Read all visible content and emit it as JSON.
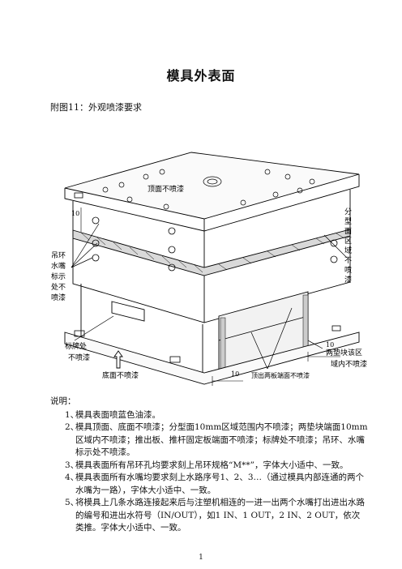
{
  "title": "模具外表面",
  "caption": "附图11：外观喷漆要求",
  "figure": {
    "labels": {
      "top_no_paint": "顶面不喷漆",
      "hook_nozzle": [
        "吊环",
        "水嘴",
        "标示",
        "处不",
        "喷漆"
      ],
      "parting_zone": [
        "分",
        "型",
        "面",
        "区",
        "域",
        "不",
        "喷",
        "漆"
      ],
      "nameplate": [
        "标牌处",
        "不喷漆"
      ],
      "bottom_no_paint": "底面不喷漆",
      "support_zone": [
        "两垫块该区",
        "域内不喷漆"
      ],
      "ejector_end": "顶出两板端面不喷漆",
      "dim_10": "10"
    }
  },
  "notes": {
    "heading": "说明：",
    "items": [
      {
        "num": "1、",
        "text": "模具表面喷蓝色油漆。"
      },
      {
        "num": "2、",
        "text": "模具顶面、底面不喷漆；分型面10mm区域范围内不喷漆；两垫块端面10mm区域内不喷漆；推出板、推杆固定板端面不喷漆；标牌处不喷漆；吊环、水嘴标示处不喷漆。"
      },
      {
        "num": "3、",
        "text": "模具表面所有吊环孔均要求刻上吊环规格“M**”，字体大小适中、一致。"
      },
      {
        "num": "4、",
        "text": "模具表面所有水嘴均要求刻上水路序号1、2、3…（通过模具内部连通的两个水嘴为一路），字体大小适中、一致。"
      },
      {
        "num": "5、",
        "text": "将模具上几条水路连接起来后与注塑机相连的一进一出两个水嘴打出进出水路的编号和进出水符号（IN/OUT），如1 IN、1 OUT，2 IN、2 OUT，依次类推。字体大小适中、一致。"
      }
    ]
  },
  "page_number": "1"
}
